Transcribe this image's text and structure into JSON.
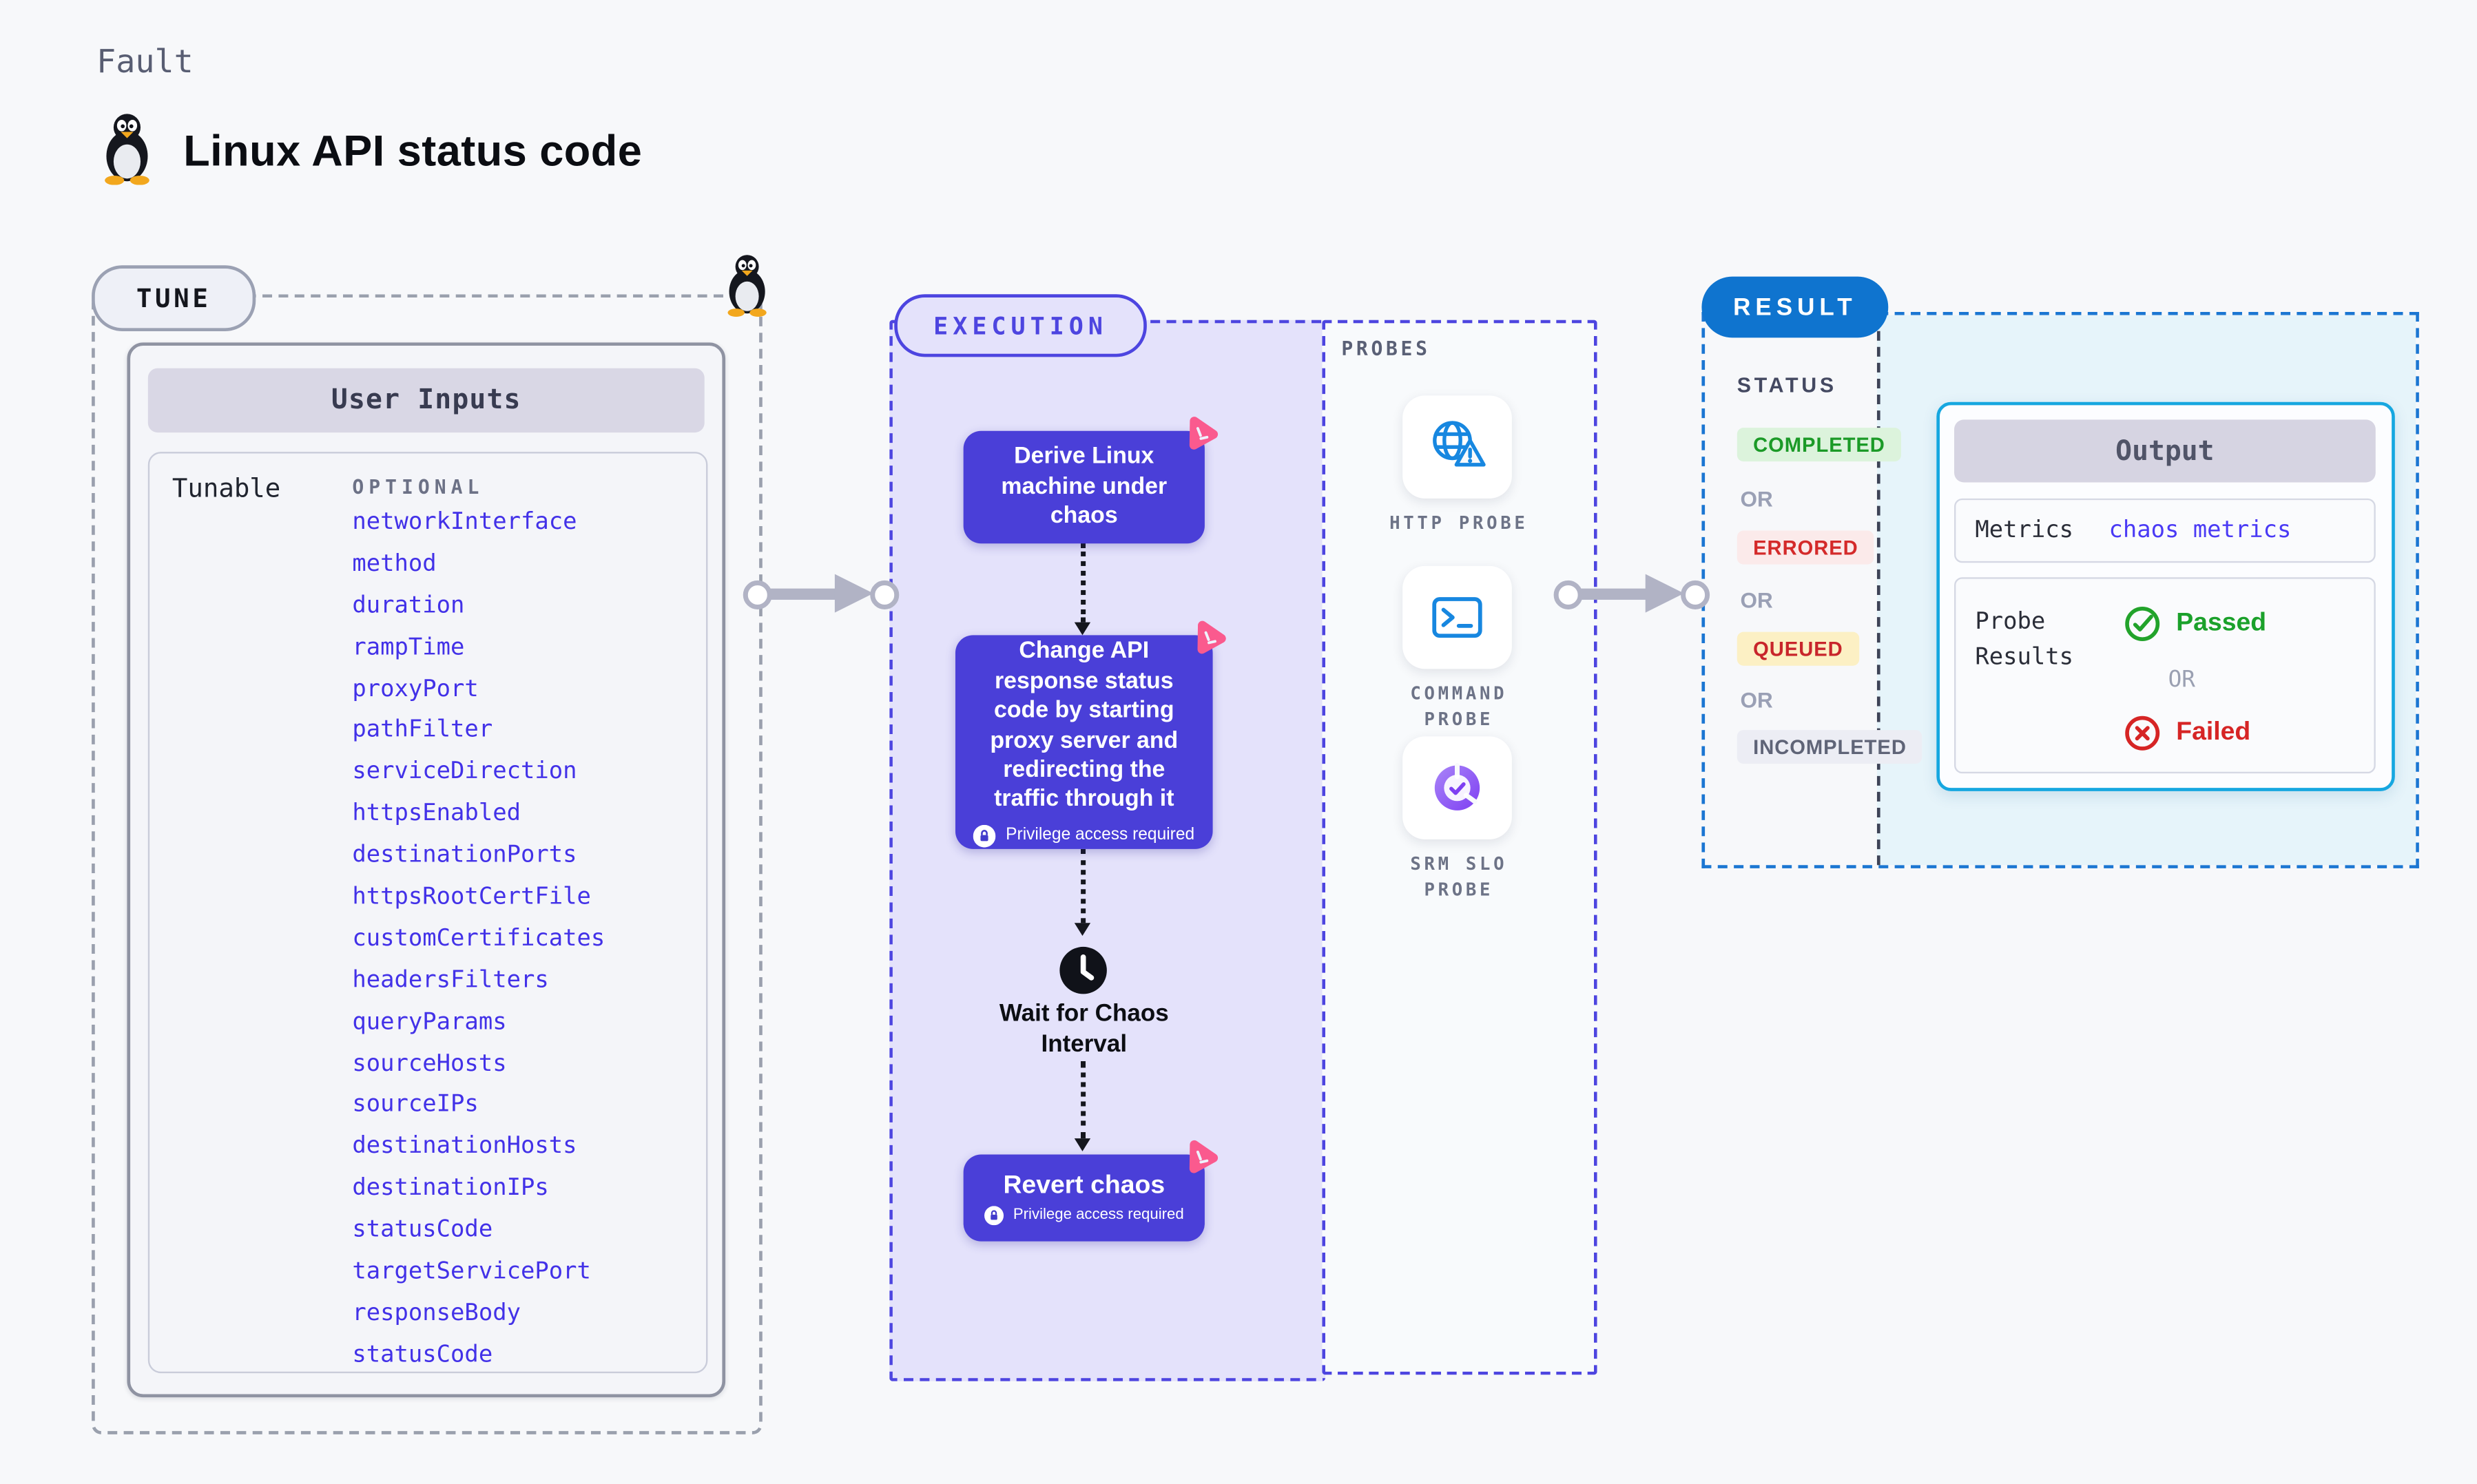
{
  "page": {
    "fault_label": "Fault",
    "title": "Linux API status code",
    "icon": "tux-penguin"
  },
  "tune": {
    "badge": "TUNE",
    "panel_title": "User Inputs",
    "row_label": "Tunable",
    "column_label": "OPTIONAL",
    "tunables": [
      "networkInterface",
      "method",
      "duration",
      "rampTime",
      "proxyPort",
      "pathFilter",
      "serviceDirection",
      "httpsEnabled",
      "destinationPorts",
      "httpsRootCertFile",
      "customCertificates",
      "headersFilters",
      "queryParams",
      "sourceHosts",
      "sourceIPs",
      "destinationHosts",
      "destinationIPs",
      "statusCode",
      "targetServicePort",
      "responseBody",
      "statusCode"
    ]
  },
  "execution": {
    "badge": "EXECUTION",
    "steps": {
      "derive": "Derive Linux machine under chaos",
      "change": "Change API response status code by starting proxy server and redirecting the traffic through it",
      "wait": "Wait for Chaos Interval",
      "revert": "Revert chaos"
    },
    "privilege_note": "Privilege access required"
  },
  "probes": {
    "section_label": "PROBES",
    "items": [
      {
        "label": "HTTP PROBE",
        "icon": "globe-alert-icon"
      },
      {
        "label": "COMMAND PROBE",
        "icon": "terminal-icon"
      },
      {
        "label": "SRM SLO PROBE",
        "icon": "slo-gauge-icon"
      }
    ]
  },
  "result": {
    "badge": "RESULT",
    "status_label": "STATUS",
    "or_label": "OR",
    "statuses": [
      {
        "label": "COMPLETED",
        "fg": "#1b9a27",
        "bg": "#dcf3dc"
      },
      {
        "label": "ERRORED",
        "fg": "#d42a2a",
        "bg": "#fbeaea"
      },
      {
        "label": "QUEUED",
        "fg": "#c8252b",
        "bg": "#fcf0c4"
      },
      {
        "label": "INCOMPLETED",
        "fg": "#5f6477",
        "bg": "#ecedf4"
      }
    ],
    "output": {
      "title": "Output",
      "metrics_label": "Metrics",
      "metrics_value": "chaos metrics",
      "probe_results_label": "Probe Results",
      "passed_label": "Passed",
      "failed_label": "Failed",
      "or_label": "OR"
    }
  },
  "colors": {
    "page_bg": "#f7f8fa",
    "node_bg": "#4a3fd8",
    "execution_accent": "#4d45e0",
    "execution_bg": "#e4e2fb",
    "tunable_link": "#4231e8",
    "result_border": "#1b76d2",
    "result_badge_bg": "#0f74cf",
    "output_border": "#16a7e0",
    "output_bg_tint": "#e6f4fa",
    "chaos_badge_pink": "#fa5a8e",
    "probe_icon_blue": "#1787e0",
    "slo_purple": "#7e3ff2",
    "passed_green": "#1ba12b",
    "failed_red": "#d62525"
  }
}
